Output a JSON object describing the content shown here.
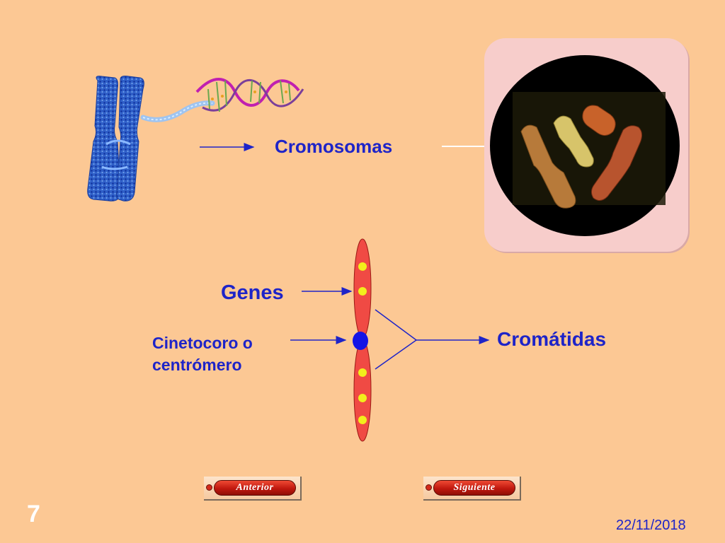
{
  "diagram": {
    "labels": {
      "cromosomas": "Cromosomas",
      "genes": "Genes",
      "cinetocoro_line1": "Cinetocoro o",
      "cinetocoro_line2": "centrómero",
      "cromatidas": "Cromátidas"
    },
    "colors": {
      "label_text": "#1E24C8",
      "arrow": "#1E24C8",
      "chromatid_fill": "#F04A44",
      "gene_dot": "#F2EE1C",
      "centromere": "#1414E6",
      "background": "#FCC894"
    }
  },
  "navigation": {
    "anterior_label": "Anterior",
    "siguiente_label": "Siguiente"
  },
  "footer": {
    "slide_number": "7",
    "date": "22/11/2018"
  }
}
